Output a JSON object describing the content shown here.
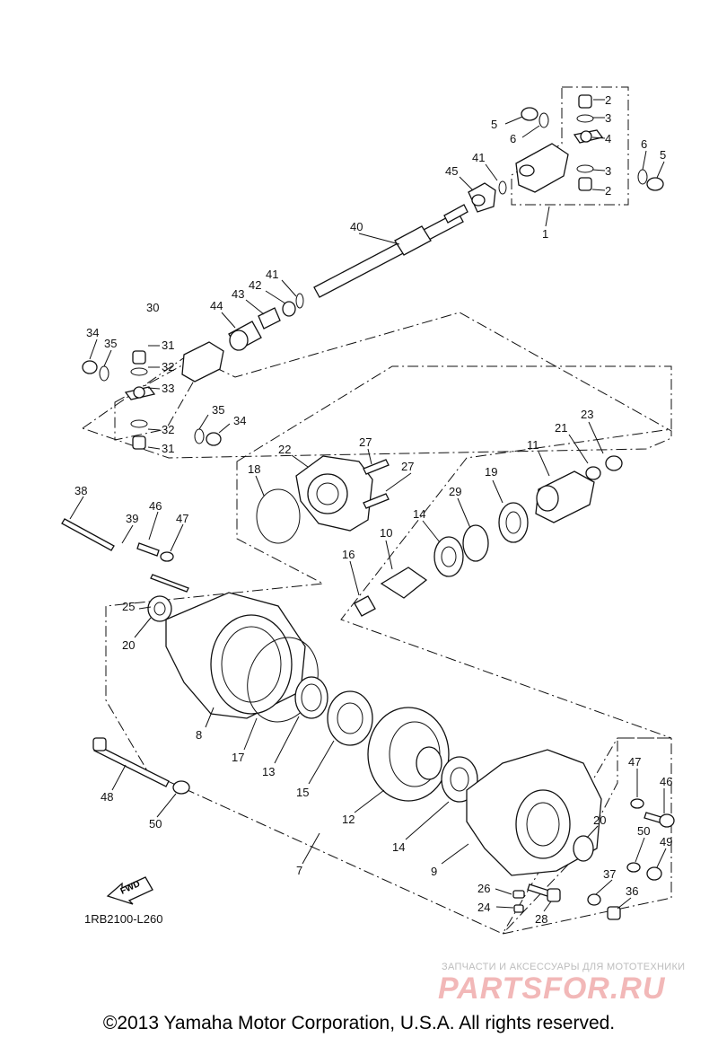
{
  "diagram_code": "1RB2100-L260",
  "fwd_label": "FWD",
  "copyright": "©2013 Yamaha Motor Corporation, U.S.A. All rights reserved.",
  "watermark": {
    "subtitle": "ЗАПЧАСТИ И АКСЕССУАРЫ ДЛЯ МОТОТЕХНИКИ",
    "logo": "PARTSFOR.RU"
  },
  "labels": [
    {
      "id": "l2a",
      "text": "2"
    },
    {
      "id": "l3a",
      "text": "3"
    },
    {
      "id": "l4",
      "text": "4"
    },
    {
      "id": "l3b",
      "text": "3"
    },
    {
      "id": "l2b",
      "text": "2"
    },
    {
      "id": "l5a",
      "text": "5"
    },
    {
      "id": "l6a",
      "text": "6"
    },
    {
      "id": "l6b",
      "text": "6"
    },
    {
      "id": "l5b",
      "text": "5"
    },
    {
      "id": "l1",
      "text": "1"
    },
    {
      "id": "l41a",
      "text": "41"
    },
    {
      "id": "l45",
      "text": "45"
    },
    {
      "id": "l40",
      "text": "40"
    },
    {
      "id": "l41b",
      "text": "41"
    },
    {
      "id": "l42",
      "text": "42"
    },
    {
      "id": "l43",
      "text": "43"
    },
    {
      "id": "l44",
      "text": "44"
    },
    {
      "id": "l30",
      "text": "30"
    },
    {
      "id": "l34a",
      "text": "34"
    },
    {
      "id": "l35a",
      "text": "35"
    },
    {
      "id": "l31a",
      "text": "31"
    },
    {
      "id": "l32a",
      "text": "32"
    },
    {
      "id": "l33",
      "text": "33"
    },
    {
      "id": "l35b",
      "text": "35"
    },
    {
      "id": "l34b",
      "text": "34"
    },
    {
      "id": "l32b",
      "text": "32"
    },
    {
      "id": "l31b",
      "text": "31"
    },
    {
      "id": "l23",
      "text": "23"
    },
    {
      "id": "l21",
      "text": "21"
    },
    {
      "id": "l11",
      "text": "11"
    },
    {
      "id": "l22",
      "text": "22"
    },
    {
      "id": "l27a",
      "text": "27"
    },
    {
      "id": "l27b",
      "text": "27"
    },
    {
      "id": "l18",
      "text": "18"
    },
    {
      "id": "l19",
      "text": "19"
    },
    {
      "id": "l29",
      "text": "29"
    },
    {
      "id": "l14a",
      "text": "14"
    },
    {
      "id": "l10",
      "text": "10"
    },
    {
      "id": "l16",
      "text": "16"
    },
    {
      "id": "l38",
      "text": "38"
    },
    {
      "id": "l39",
      "text": "39"
    },
    {
      "id": "l46a",
      "text": "46"
    },
    {
      "id": "l47a",
      "text": "47"
    },
    {
      "id": "l25",
      "text": "25"
    },
    {
      "id": "l20a",
      "text": "20"
    },
    {
      "id": "l8",
      "text": "8"
    },
    {
      "id": "l17",
      "text": "17"
    },
    {
      "id": "l13",
      "text": "13"
    },
    {
      "id": "l15",
      "text": "15"
    },
    {
      "id": "l12",
      "text": "12"
    },
    {
      "id": "l14b",
      "text": "14"
    },
    {
      "id": "l9",
      "text": "9"
    },
    {
      "id": "l20b",
      "text": "20"
    },
    {
      "id": "l47b",
      "text": "47"
    },
    {
      "id": "l46b",
      "text": "46"
    },
    {
      "id": "l50a",
      "text": "50"
    },
    {
      "id": "l49",
      "text": "49"
    },
    {
      "id": "l37",
      "text": "37"
    },
    {
      "id": "l36",
      "text": "36"
    },
    {
      "id": "l26",
      "text": "26"
    },
    {
      "id": "l24",
      "text": "24"
    },
    {
      "id": "l28",
      "text": "28"
    },
    {
      "id": "l48",
      "text": "48"
    },
    {
      "id": "l50b",
      "text": "50"
    },
    {
      "id": "l7",
      "text": "7"
    }
  ]
}
